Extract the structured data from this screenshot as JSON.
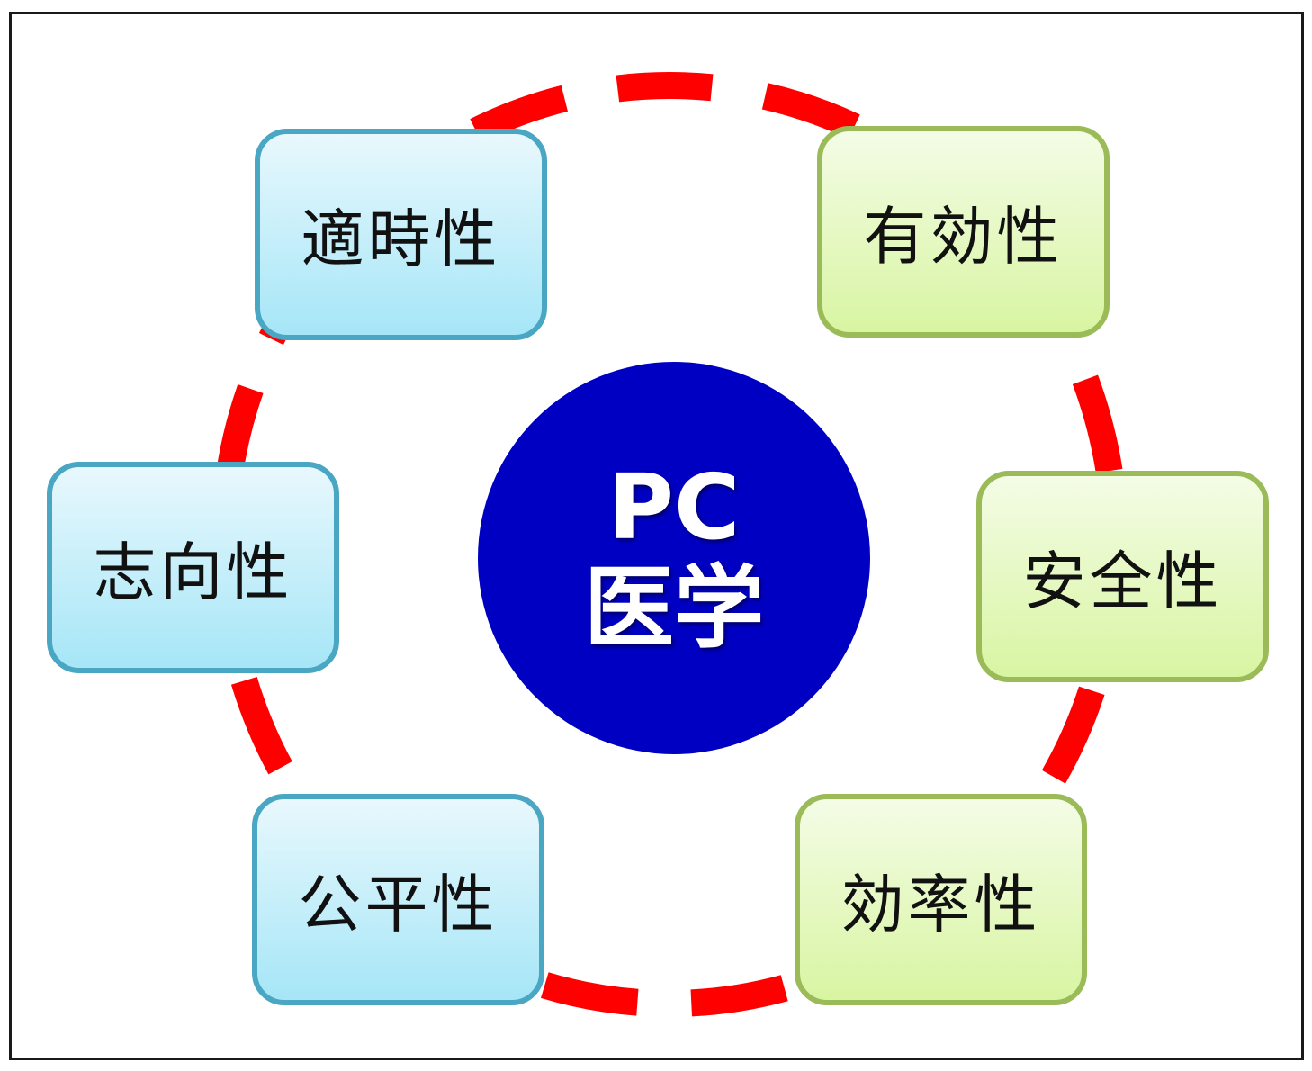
{
  "center": {
    "line1": "PC",
    "line2": "医学",
    "color": "#0000c2"
  },
  "nodes": [
    {
      "id": "timeliness",
      "label": "適時性",
      "group": "blue"
    },
    {
      "id": "effectiveness",
      "label": "有効性",
      "group": "green"
    },
    {
      "id": "orientation",
      "label": "志向性",
      "group": "blue"
    },
    {
      "id": "safety",
      "label": "安全性",
      "group": "green"
    },
    {
      "id": "equity",
      "label": "公平性",
      "group": "blue"
    },
    {
      "id": "efficiency",
      "label": "効率性",
      "group": "green"
    }
  ],
  "ring": {
    "style": "dashed",
    "color": "#ff0000"
  },
  "colors": {
    "blue_border": "#4aa7c4",
    "green_border": "#9bbb59"
  }
}
